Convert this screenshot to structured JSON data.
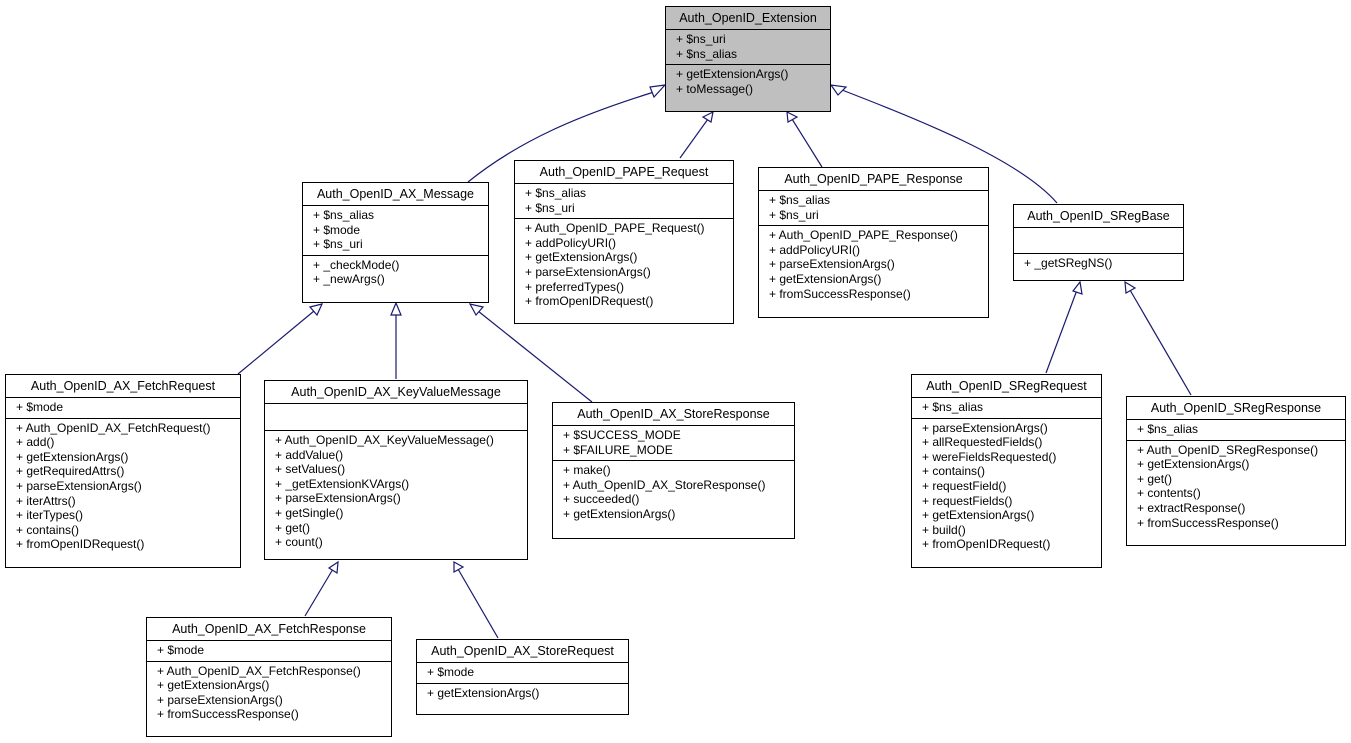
{
  "classes": {
    "extension": {
      "name": "Auth_OpenID_Extension",
      "attributes": [
        "+ $ns_uri",
        "+ $ns_alias"
      ],
      "methods": [
        "+ getExtensionArgs()",
        "+ toMessage()"
      ]
    },
    "ax_message": {
      "name": "Auth_OpenID_AX_Message",
      "attributes": [
        "+ $ns_alias",
        "+ $mode",
        "+ $ns_uri"
      ],
      "methods": [
        "+ _checkMode()",
        "+ _newArgs()"
      ]
    },
    "pape_request": {
      "name": "Auth_OpenID_PAPE_Request",
      "attributes": [
        "+ $ns_alias",
        "+ $ns_uri"
      ],
      "methods": [
        "+ Auth_OpenID_PAPE_Request()",
        "+ addPolicyURI()",
        "+ getExtensionArgs()",
        "+ parseExtensionArgs()",
        "+ preferredTypes()",
        "+ fromOpenIDRequest()"
      ]
    },
    "pape_response": {
      "name": "Auth_OpenID_PAPE_Response",
      "attributes": [
        "+ $ns_alias",
        "+ $ns_uri"
      ],
      "methods": [
        "+ Auth_OpenID_PAPE_Response()",
        "+ addPolicyURI()",
        "+ parseExtensionArgs()",
        "+ getExtensionArgs()",
        "+ fromSuccessResponse()"
      ]
    },
    "sreg_base": {
      "name": "Auth_OpenID_SRegBase",
      "attributes": [],
      "methods": [
        "+ _getSRegNS()"
      ]
    },
    "ax_fetch_request": {
      "name": "Auth_OpenID_AX_FetchRequest",
      "attributes": [
        "+ $mode"
      ],
      "methods": [
        "+ Auth_OpenID_AX_FetchRequest()",
        "+ add()",
        "+ getExtensionArgs()",
        "+ getRequiredAttrs()",
        "+ parseExtensionArgs()",
        "+ iterAttrs()",
        "+ iterTypes()",
        "+ contains()",
        "+ fromOpenIDRequest()"
      ]
    },
    "ax_key_value_message": {
      "name": "Auth_OpenID_AX_KeyValueMessage",
      "attributes": [],
      "methods": [
        "+ Auth_OpenID_AX_KeyValueMessage()",
        "+ addValue()",
        "+ setValues()",
        "+ _getExtensionKVArgs()",
        "+ parseExtensionArgs()",
        "+ getSingle()",
        "+ get()",
        "+ count()"
      ]
    },
    "ax_store_response": {
      "name": "Auth_OpenID_AX_StoreResponse",
      "attributes": [
        "+ $SUCCESS_MODE",
        "+ $FAILURE_MODE"
      ],
      "methods": [
        "+ make()",
        "+ Auth_OpenID_AX_StoreResponse()",
        "+ succeeded()",
        "+ getExtensionArgs()"
      ]
    },
    "sreg_request": {
      "name": "Auth_OpenID_SRegRequest",
      "attributes": [
        "+ $ns_alias"
      ],
      "methods": [
        "+ parseExtensionArgs()",
        "+ allRequestedFields()",
        "+ wereFieldsRequested()",
        "+ contains()",
        "+ requestField()",
        "+ requestFields()",
        "+ getExtensionArgs()",
        "+ build()",
        "+ fromOpenIDRequest()"
      ]
    },
    "sreg_response": {
      "name": "Auth_OpenID_SRegResponse",
      "attributes": [
        "+ $ns_alias"
      ],
      "methods": [
        "+ Auth_OpenID_SRegResponse()",
        "+ getExtensionArgs()",
        "+ get()",
        "+ contents()",
        "+ extractResponse()",
        "+ fromSuccessResponse()"
      ]
    },
    "ax_fetch_response": {
      "name": "Auth_OpenID_AX_FetchResponse",
      "attributes": [
        "+ $mode"
      ],
      "methods": [
        "+ Auth_OpenID_AX_FetchResponse()",
        "+ getExtensionArgs()",
        "+ parseExtensionArgs()",
        "+ fromSuccessResponse()"
      ]
    },
    "ax_store_request": {
      "name": "Auth_OpenID_AX_StoreRequest",
      "attributes": [
        "+ $mode"
      ],
      "methods": [
        "+ getExtensionArgs()"
      ]
    }
  },
  "colors": {
    "edge": "#191970",
    "root_fill": "#bfbfbf",
    "box_fill": "#ffffff"
  }
}
